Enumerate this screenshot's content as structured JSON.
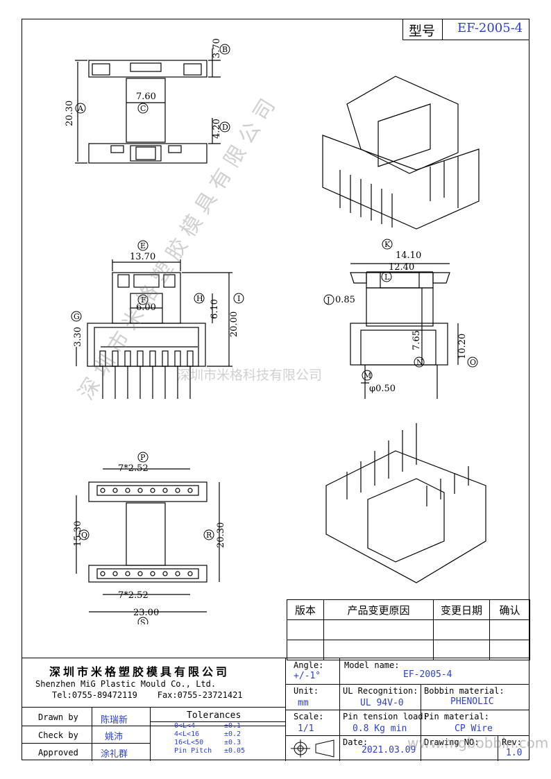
{
  "header": {
    "model_label": "型号",
    "model_value": "EF-2005-4"
  },
  "dimensions": {
    "top_view": {
      "A": "20.30",
      "B": "3.70",
      "C": "7.60",
      "D": "4.20"
    },
    "front_view": {
      "E": "13.70",
      "F": "6.00",
      "G": "3.30",
      "H": "6.10",
      "I": "20.00"
    },
    "side_view": {
      "J": "0.85",
      "K": "14.10",
      "L": "12.40",
      "M": "φ0.50",
      "N": "7.65",
      "O": "10.20"
    },
    "bottom_view": {
      "P": "7*2.52",
      "P2": "7*2.52",
      "Q": "15.30",
      "R": "20.30",
      "S": "23.00"
    }
  },
  "watermark": {
    "diagonal": "深 圳 市 米 格 塑 胶 模 具 有 限 公 司",
    "horizontal": "深圳市米格科技有限公司"
  },
  "revision_table": {
    "headers": [
      "版本",
      "产品变更原因",
      "变更日期",
      "确认"
    ]
  },
  "company": {
    "name_cn": "深圳市米格塑胶模具有限公司",
    "name_en": "Shenzhen MiG Plastic Mould Co., Ltd.",
    "contact": "Tel:0755-89472119    Fax:0755-23721421"
  },
  "signoff": [
    {
      "label": "Drawn by",
      "name": "陈瑞新"
    },
    {
      "label": "Check by",
      "name": "姚沛"
    },
    {
      "label": "Approved",
      "name": "涂礼群"
    }
  ],
  "tolerances": {
    "title": "Tolerances",
    "rows": [
      {
        "range": "0<L<4",
        "value": "±0.1"
      },
      {
        "range": "4<L<16",
        "value": "±0.2"
      },
      {
        "range": "16<L<50",
        "value": "±0.3"
      },
      {
        "range": "Pin Pitch",
        "value": "±0.05"
      }
    ]
  },
  "specs": {
    "angle_label": "Angle:",
    "angle_value": "+/-1°",
    "unit_label": "Unit:",
    "unit_value": "mm",
    "scale_label": "Scale:",
    "scale_value": "1/1",
    "model_name_label": "Model name:",
    "model_name_value": "EF-2005-4",
    "ul_label": "UL Recognition:",
    "ul_value": "UL 94V-0",
    "bobbin_label": "Bobbin material:",
    "bobbin_value": "PHENOLIC",
    "pin_tension_label": "Pin tension load:",
    "pin_tension_value": "0.8 Kg min",
    "pin_material_label": "Pin material:",
    "pin_material_value": "CP Wire",
    "date_label": "Date:",
    "date_value": "2021.03.09",
    "drawing_no_label": "Drawing NO:",
    "drawing_no_value": "",
    "rev_label": "Rev:",
    "rev_value": "1.0",
    "website": "www.mgbobbin.com"
  }
}
